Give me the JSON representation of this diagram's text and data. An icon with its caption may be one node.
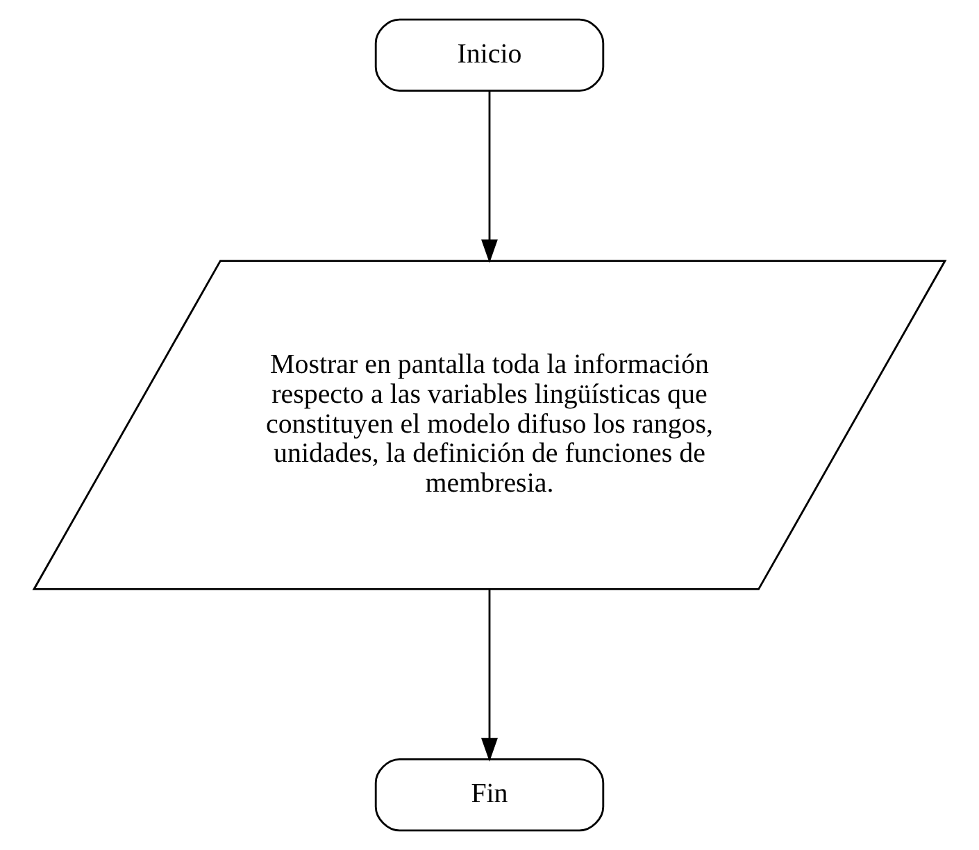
{
  "diagram": {
    "nodes": [
      {
        "text": [
          "Inicio"
        ]
      },
      {
        "text": [
          "Mostrar en pantalla toda la información respecto a las variables lingüísticas que constituyen el modelo difuso los rangos, unidades, la definición de funciones de membresia."
        ]
      },
      {
        "text": [
          "Fin"
        ]
      }
    ],
    "edges": [
      {
        "from": 0,
        "to": 1,
        "arrow": "to"
      },
      {
        "from": 1,
        "to": 2,
        "arrow": "to"
      }
    ]
  }
}
